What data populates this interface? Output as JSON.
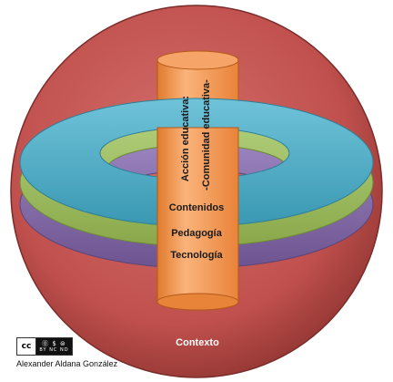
{
  "diagram": {
    "pillar_line1": "Acción educativa:",
    "pillar_line2": "-Comunidad educativa-",
    "ring_top": "Contenidos",
    "ring_middle": "Pedagogía",
    "ring_bottom": "Tecnología",
    "sphere": "Contexto"
  },
  "license": {
    "cc": "cc",
    "icons": "BY NC ND",
    "author": "Alexander Aldana González"
  },
  "colors": {
    "sphere": "#c0504d",
    "pillar": "#f79646",
    "ring_blue": "#4bacc6",
    "ring_green": "#9bbb59",
    "ring_purple": "#8064a2"
  }
}
